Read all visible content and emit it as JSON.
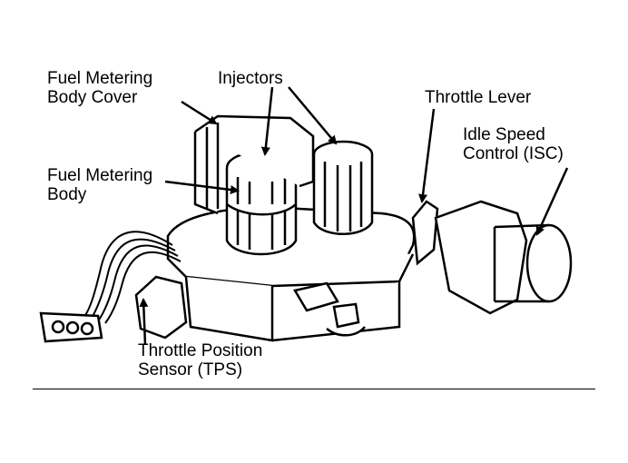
{
  "diagram": {
    "labels": {
      "fuel_metering_body_cover": [
        "Fuel Metering",
        "Body Cover"
      ],
      "injectors": "Injectors",
      "throttle_lever": "Throttle Lever",
      "idle_speed_control": [
        "Idle Speed",
        "Control (ISC)"
      ],
      "fuel_metering_body": [
        "Fuel Metering",
        "Body"
      ],
      "throttle_position_sensor": [
        "Throttle Position",
        "Sensor (TPS)"
      ]
    },
    "colors": {
      "ink": "#000000",
      "paper": "#ffffff"
    }
  }
}
